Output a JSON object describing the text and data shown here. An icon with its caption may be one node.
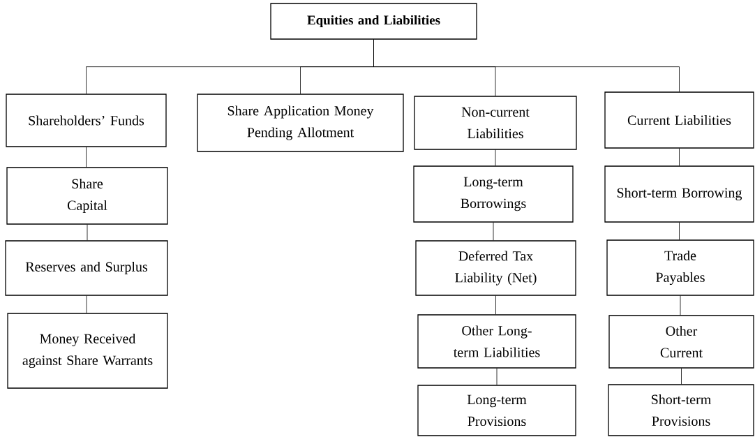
{
  "diagram": {
    "nodes": [
      {
        "text": [
          "Equities and Liabilities"
        ]
      },
      {
        "text": [
          "Shareholders’ Funds"
        ]
      },
      {
        "text": [
          "Share Application Money Pending Allotment"
        ]
      },
      {
        "text": [
          "Non-current Liabilities"
        ]
      },
      {
        "text": [
          "Current Liabilities"
        ]
      },
      {
        "text": [
          "Share Capital"
        ]
      },
      {
        "text": [
          "Reserves and Surplus"
        ]
      },
      {
        "text": [
          "Money Received against Share Warrants"
        ]
      },
      {
        "text": [
          "Long-term Borrowings"
        ]
      },
      {
        "text": [
          "Deferred Tax Liability (Net)"
        ]
      },
      {
        "text": [
          "Other Long-term Liabilities"
        ]
      },
      {
        "text": [
          "Long-term Provisions"
        ]
      },
      {
        "text": [
          "Short-term Borrowing"
        ]
      },
      {
        "text": [
          "Trade Payables"
        ]
      },
      {
        "text": [
          "Other Current"
        ]
      },
      {
        "text": [
          "Short-term Provisions"
        ]
      }
    ],
    "edges": [
      {
        "from": 0,
        "to": 1,
        "arrow": "none"
      },
      {
        "from": 0,
        "to": 2,
        "arrow": "none"
      },
      {
        "from": 0,
        "to": 3,
        "arrow": "none"
      },
      {
        "from": 0,
        "to": 4,
        "arrow": "none"
      },
      {
        "from": 1,
        "to": 5,
        "arrow": "none"
      },
      {
        "from": 5,
        "to": 6,
        "arrow": "none"
      },
      {
        "from": 6,
        "to": 7,
        "arrow": "none"
      },
      {
        "from": 3,
        "to": 8,
        "arrow": "none"
      },
      {
        "from": 8,
        "to": 9,
        "arrow": "none"
      },
      {
        "from": 9,
        "to": 10,
        "arrow": "none"
      },
      {
        "from": 10,
        "to": 11,
        "arrow": "none"
      },
      {
        "from": 4,
        "to": 12,
        "arrow": "none"
      },
      {
        "from": 12,
        "to": 13,
        "arrow": "none"
      },
      {
        "from": 13,
        "to": 14,
        "arrow": "none"
      },
      {
        "from": 14,
        "to": 15,
        "arrow": "none"
      }
    ]
  }
}
